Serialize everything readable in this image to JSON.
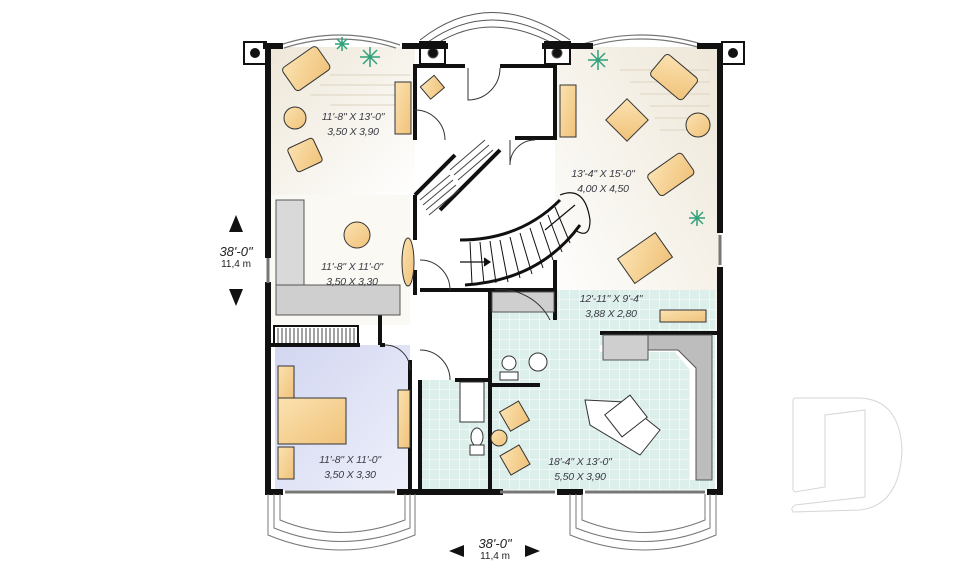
{
  "plan": {
    "overall_dimensions": {
      "width": {
        "imperial": "38'-0\"",
        "metric": "11,4 m"
      },
      "depth": {
        "imperial": "38'-0\"",
        "metric": "11,4 m"
      }
    },
    "rooms": [
      {
        "id": "living-room-left",
        "imperial": "11'-8\" X 13'-0\"",
        "metric": "3,50 X 3,90"
      },
      {
        "id": "family-room-right",
        "imperial": "13'-4\" X 15'-0\"",
        "metric": "4,00 X 4,50"
      },
      {
        "id": "dining-nook-left",
        "imperial": "11'-8\" X 11'-0\"",
        "metric": "3,50 X 3,30"
      },
      {
        "id": "dining-room-right",
        "imperial": "12'-11\" X 9'-4\"",
        "metric": "3,88 X 2,80"
      },
      {
        "id": "bedroom",
        "imperial": "11'-8\" X 11'-0\"",
        "metric": "3,50 X 3,30"
      },
      {
        "id": "kitchen",
        "imperial": "18'-4\" X 13'-0\"",
        "metric": "5,50 X 3,90"
      }
    ],
    "watermark": "D"
  },
  "colors": {
    "wall": "#111111",
    "living_fill": "#f4efe6",
    "bedroom_fill": "#dde0f3",
    "kitchen_fill": "#dff0ec",
    "furniture": "#f6d08e",
    "plant": "#2fa07a",
    "watermark": "#d6d6d6"
  }
}
